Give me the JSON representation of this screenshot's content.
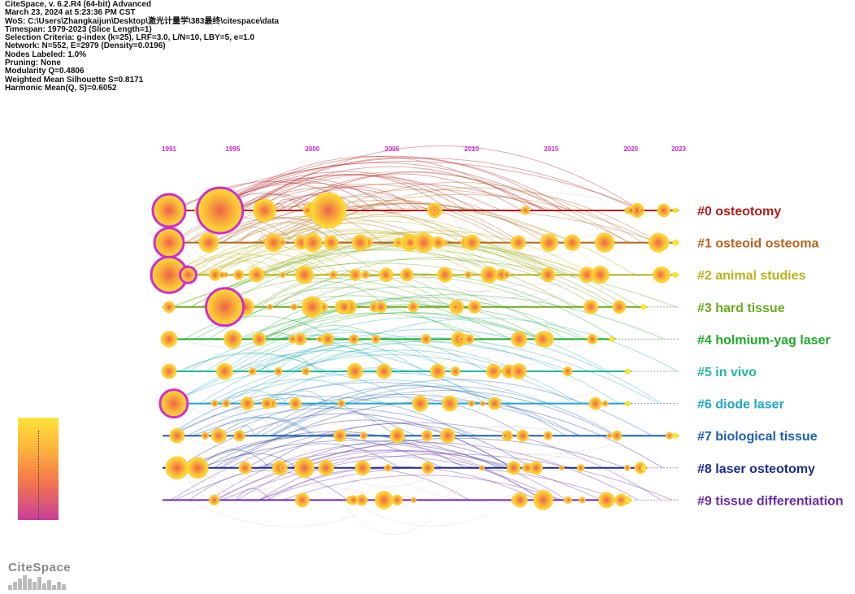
{
  "info_lines": [
    "CiteSpace, v. 6.2.R4 (64-bit) Advanced",
    "March 23, 2024 at 5:23:36 PM CST",
    "WoS: C:\\Users\\Zhangkaijun\\Desktop\\激光计量学\\383最终\\citespace\\data",
    "Timespan: 1979-2023 (Slice Length=1)",
    "Selection Criteria: g-index (k=25), LRF=3.0, L/N=10, LBY=5, e=1.0",
    "Network: N=552, E=2979 (Density=0.0196)",
    "Nodes Labeled: 1.0%",
    "Pruning: None",
    "Modularity Q=0.4806",
    "Weighted Mean Silhouette S=0.8171",
    "Harmonic Mean(Q, S)=0.6052"
  ],
  "years": [
    "1991",
    "1995",
    "2000",
    "2005",
    "2010",
    "2015",
    "2020",
    "2023"
  ],
  "clusters": [
    {
      "label": "#0 osteotomy",
      "color": "#b31b1b"
    },
    {
      "label": "#1 osteoid osteoma",
      "color": "#b5651d"
    },
    {
      "label": "#2 animal studies",
      "color": "#b8b21a"
    },
    {
      "label": "#3 hard tissue",
      "color": "#6aa81e"
    },
    {
      "label": "#4 holmium-yag laser",
      "color": "#1faa2a"
    },
    {
      "label": "#5 in vivo",
      "color": "#22b5a0"
    },
    {
      "label": "#6 diode laser",
      "color": "#21a6c8"
    },
    {
      "label": "#7 biological tissue",
      "color": "#1f5fb0"
    },
    {
      "label": "#8 laser osteotomy",
      "color": "#1e2a8f"
    },
    {
      "label": "#9 tissue differentiation",
      "color": "#6a2aa8"
    }
  ],
  "logo_text": "CiteSpace"
}
